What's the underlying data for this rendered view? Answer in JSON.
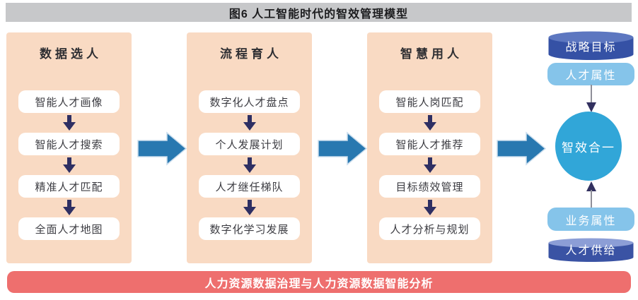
{
  "title": "图6 人工智能时代的智效管理模型",
  "columns": [
    {
      "header": "数据选人",
      "items": [
        "智能人才画像",
        "智能人才搜索",
        "精准人才匹配",
        "全面人才地图"
      ]
    },
    {
      "header": "流程育人",
      "items": [
        "数字化人才盘点",
        "个人发展计划",
        "人才继任梯队",
        "数字化学习发展"
      ]
    },
    {
      "header": "智慧用人",
      "items": [
        "智能人岗匹配",
        "智能人才推荐",
        "目标绩效管理",
        "人才分析与规划"
      ]
    }
  ],
  "right_chain": {
    "top_cylinder": "战略目标",
    "top_pill": "人才属性",
    "circle": "智效合一",
    "bottom_pill": "业务属性",
    "bottom_cylinder": "人才供给"
  },
  "footer": "人力资源数据治理与人力资源数据智能分析",
  "colors": {
    "title_bar_bg": "#c7c8ca",
    "panel_bg": "#f9dac3",
    "step_box_bg": "#ffffff",
    "small_arrow": "#2e2f63",
    "big_arrow": "#2878b0",
    "big_arrow_outline": "#cadded",
    "circle_bg": "#31a6d8",
    "pill_bg": "#85c4ea",
    "cylinder_top_ellipse": "#5d77c0",
    "cylinder_body": "#3551a5",
    "cylinder_bottom_ellipse": "#8c9ed6",
    "footer_bg": "#ee6f6e"
  }
}
